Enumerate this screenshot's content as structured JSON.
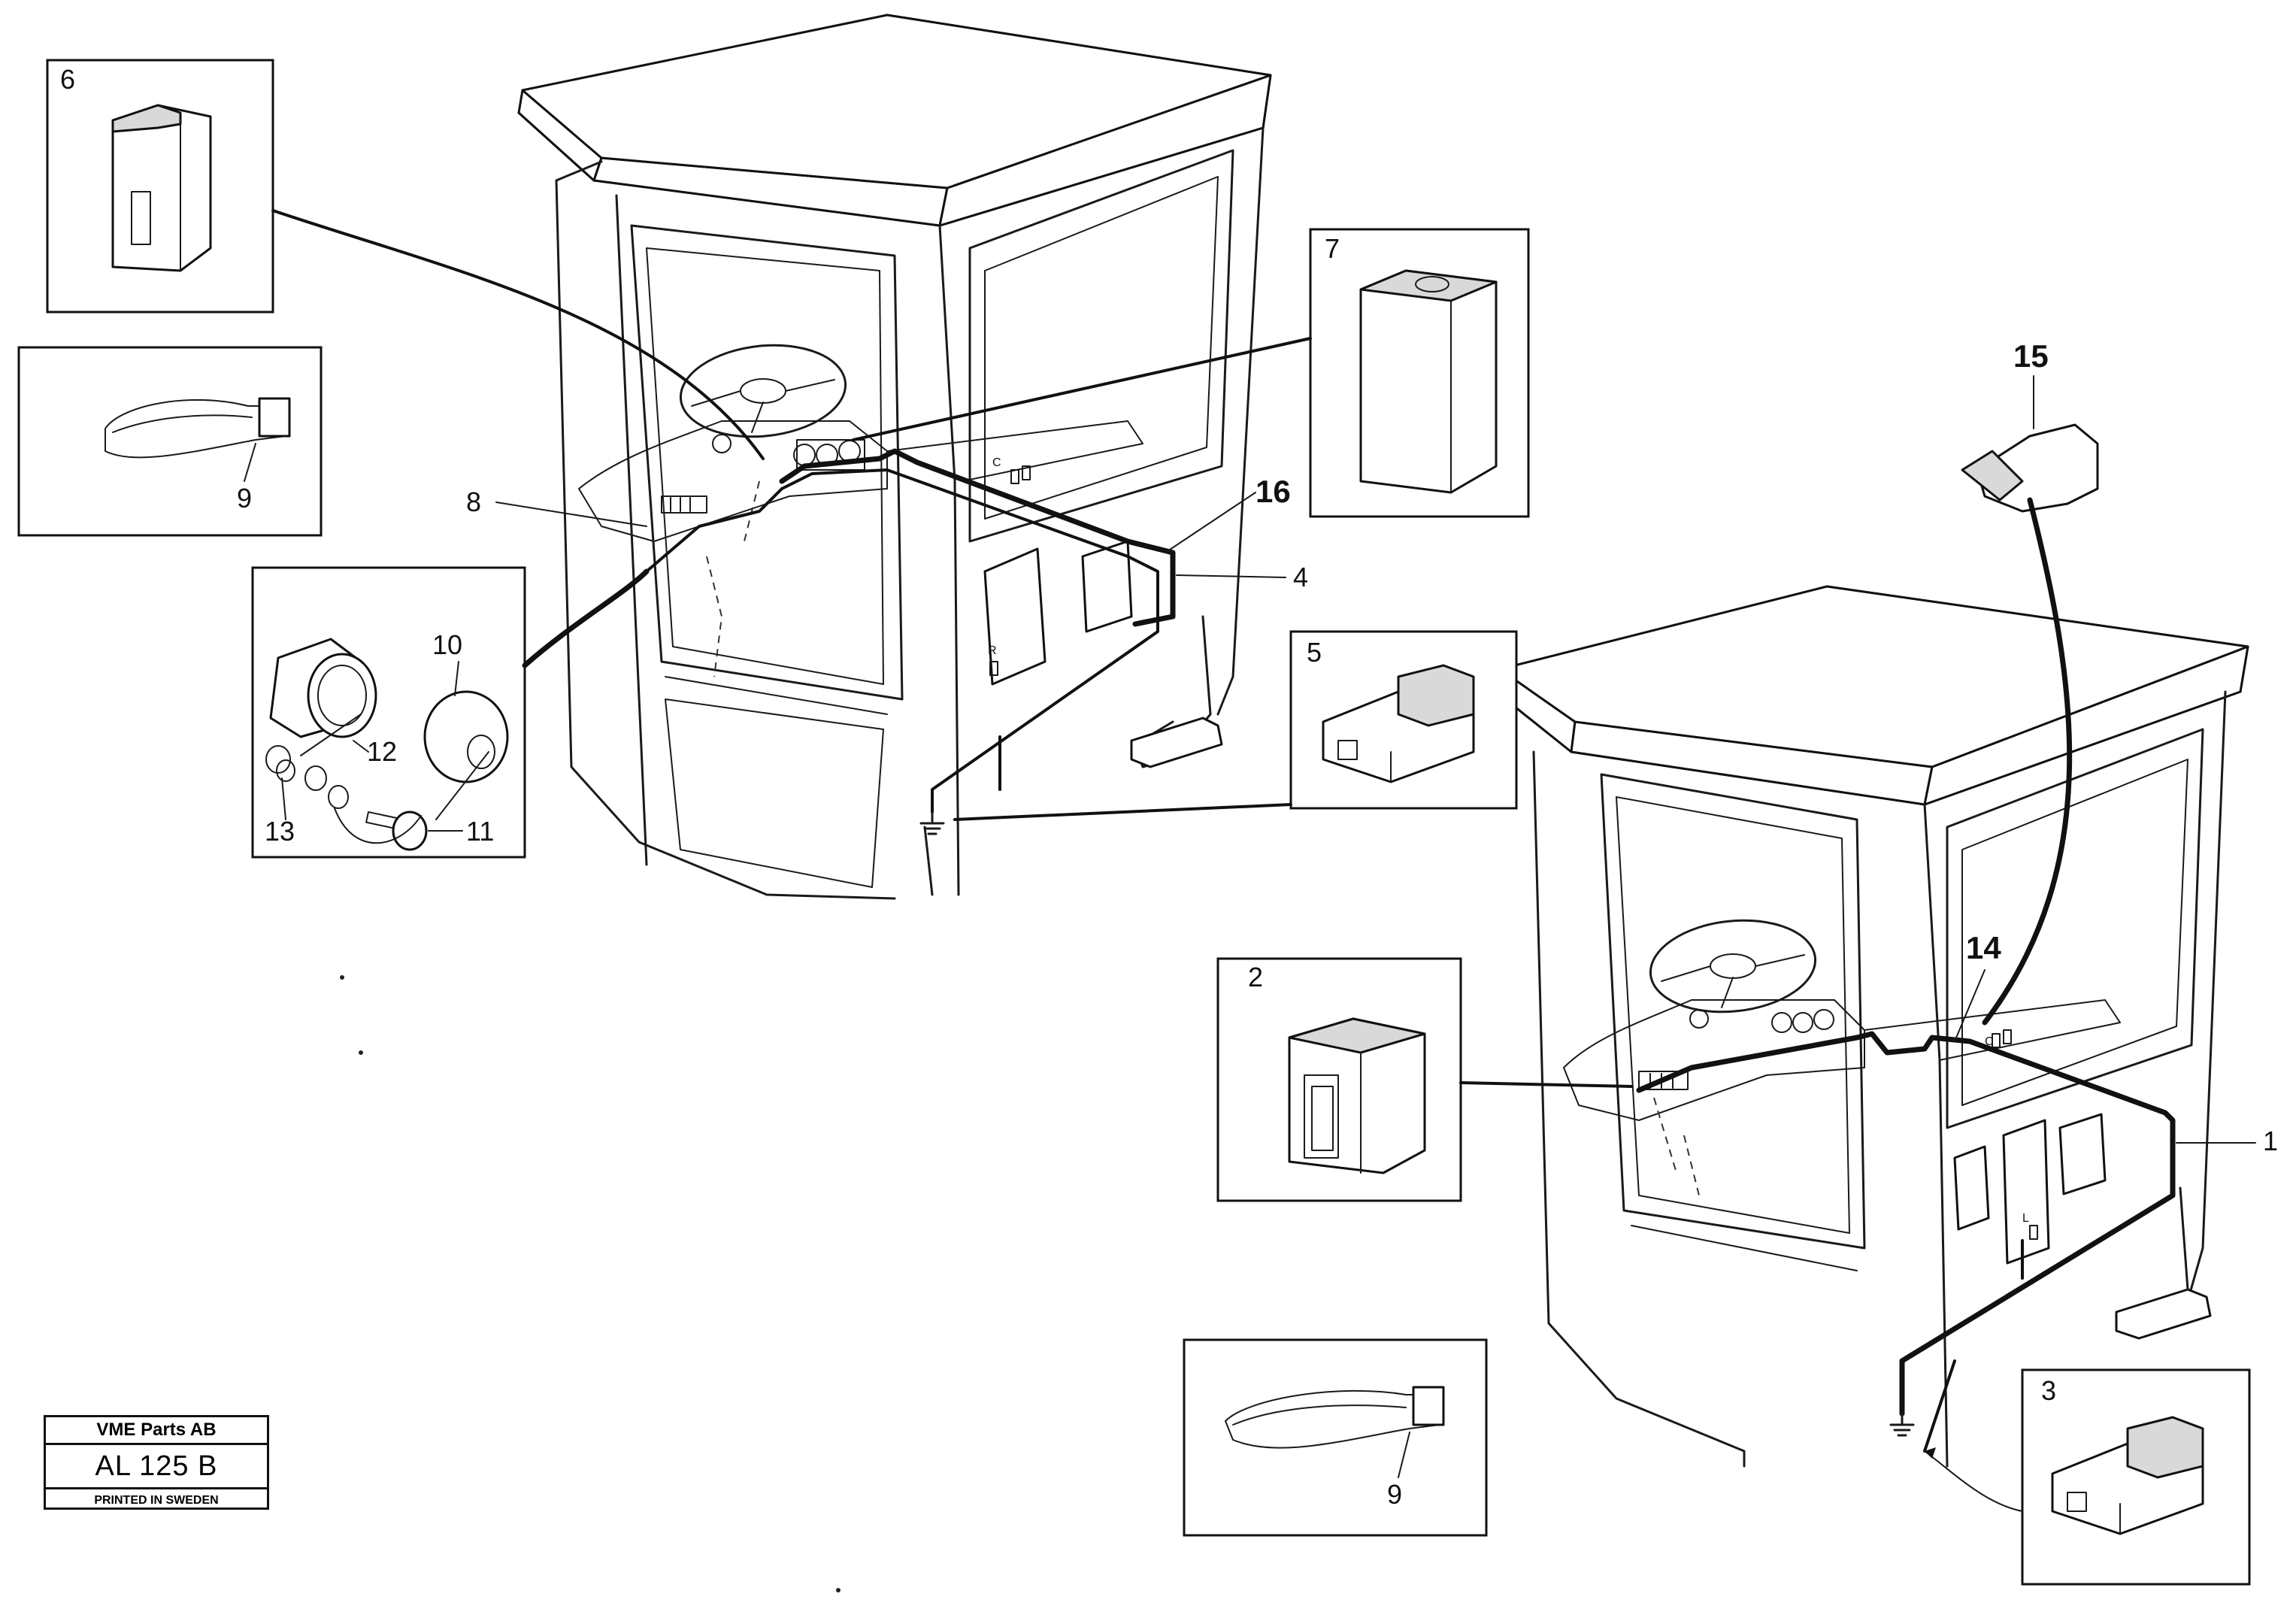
{
  "callouts": {
    "c1": "1",
    "c2": "2",
    "c3": "3",
    "c4": "4",
    "c5": "5",
    "c6": "6",
    "c7": "7",
    "c8": "8",
    "c9a": "9",
    "c9b": "9",
    "c10": "10",
    "c11": "11",
    "c12": "12",
    "c13": "13",
    "c14": "14",
    "c15": "15",
    "c16": "16"
  },
  "cab_marks": {
    "left_r": "R",
    "left_c": "C",
    "right_l": "L",
    "right_c": "C"
  },
  "title_block": {
    "company": "VME Parts AB",
    "code": "AL 125 B",
    "printed": "PRINTED IN SWEDEN"
  }
}
